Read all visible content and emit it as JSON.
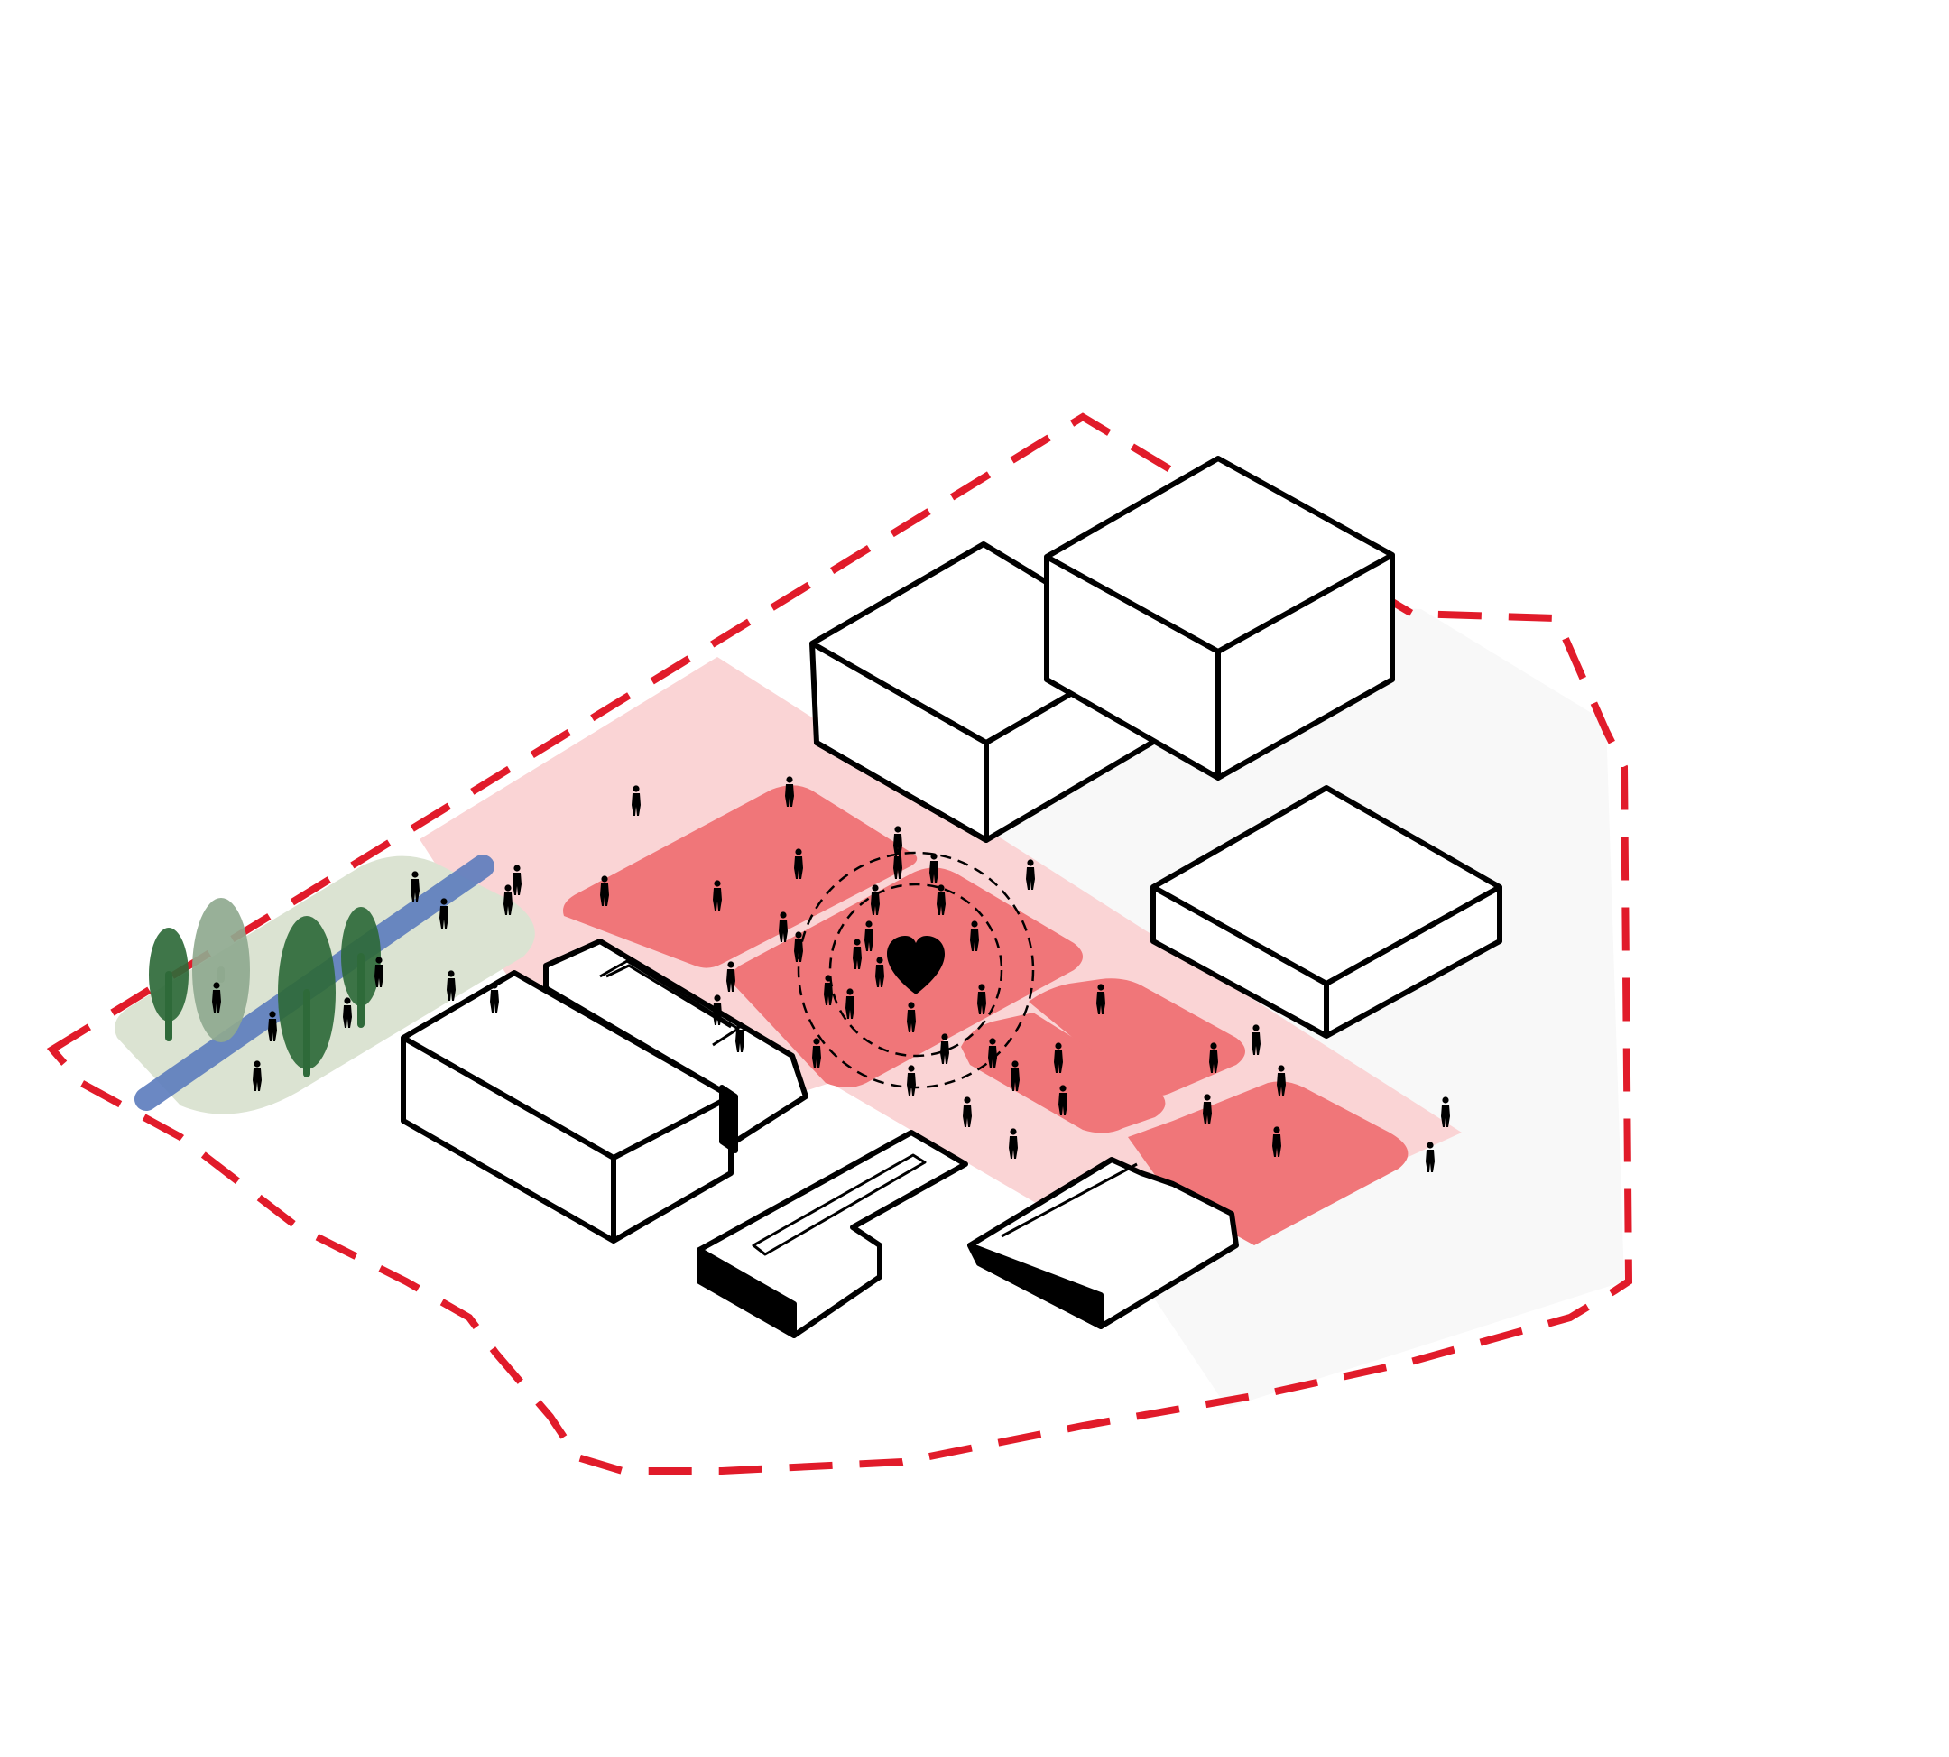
{
  "colors": {
    "background": "#ffffff",
    "boundary_line": "#e11b2a",
    "site_ground": "#f8f8f8",
    "public_space_light": "#fad4d5",
    "public_space_strong": "#f07679",
    "green_buffer": "#dbe3d2",
    "river": "#5b7bbd",
    "tree_light": "#8fa98f",
    "tree_dark": "#2f6a3a",
    "building_fill": "#ffffff",
    "building_outline": "#000000",
    "people": "#000000",
    "heart": "#000000"
  },
  "icons": {
    "center": "heart-icon",
    "people": "person-icon",
    "trees": "tree-icon"
  },
  "counts": {
    "people": 52,
    "trees": 4,
    "buildings": 7
  }
}
